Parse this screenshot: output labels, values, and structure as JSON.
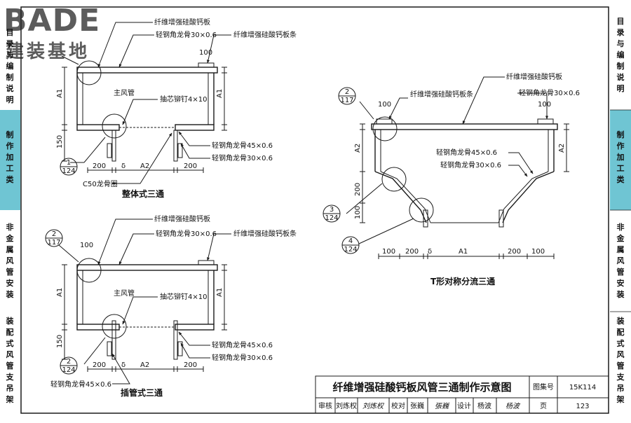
{
  "logo": {
    "brand": "BADE",
    "subtitle": "建装基地",
    "color": "#404040"
  },
  "colors": {
    "line": "#1a1a1a",
    "panel": "#6fc5d3",
    "panel_text": "#1a1a1a"
  },
  "sidebar": {
    "sections": [
      {
        "label": "目录与编制说明",
        "active": false
      },
      {
        "label": "制作加工类",
        "active": true
      },
      {
        "label": "非金属风管安装",
        "active": false
      },
      {
        "label": "装配式风管支吊架",
        "active": false
      }
    ]
  },
  "diagram1": {
    "title": "整体式三通",
    "labels": {
      "board": "纤维增强硅酸钙板",
      "angle_top": "轻钢角龙骨30×0.6",
      "strip": "纤维增强硅酸钙板条",
      "width100": "100",
      "main_duct": "主风管",
      "rivet": "抽芯铆钉4×10",
      "angle45": "轻钢角龙骨45×0.6",
      "angle30": "轻钢角龙骨30×0.6",
      "ring": "C50龙骨圈",
      "a1": "A1",
      "h150": "150",
      "w200a": "200",
      "a2": "A2",
      "w200b": "200",
      "delta": "δ"
    },
    "callout1": {
      "num": "1",
      "ref": "124"
    }
  },
  "diagram2": {
    "title": "插管式三通",
    "labels": {
      "board": "纤维增强硅酸钙板",
      "angle_top": "轻钢角龙骨30×0.6",
      "strip": "纤维增强硅酸钙板条",
      "width100": "100",
      "main_duct": "主风管",
      "rivet": "抽芯铆钉4×10",
      "angle45": "轻钢角龙骨45×0.6",
      "angle30": "轻钢角龙骨30×0.6",
      "angle45_bottom": "轻钢角龙骨45×0.6",
      "a1": "A1",
      "h150": "150",
      "w200a": "200",
      "a2": "A2",
      "w200b": "200",
      "delta": "δ"
    },
    "callout_top": {
      "num": "2",
      "ref": "117"
    },
    "callout_bottom": {
      "num": "2",
      "ref": "124"
    }
  },
  "diagram3": {
    "title": "T形对称分流三通",
    "labels": {
      "board": "纤维增强硅酸钙板",
      "strip": "纤维增强硅酸钙板条",
      "angle_top": "轻钢角龙骨30×0.6",
      "w100_left": "100",
      "w100_right": "100",
      "angle45": "轻钢角龙骨45×0.6",
      "angle30": "轻钢角龙骨30×0.6",
      "a2_left": "A2",
      "a2_right": "A2",
      "h200": "200",
      "h100": "100",
      "b100a": "100",
      "b200a": "200",
      "a1": "A1",
      "b200b": "200",
      "b100b": "100",
      "delta": "δ"
    },
    "callout_top": {
      "num": "2",
      "ref": "117"
    },
    "callout_mid": {
      "num": "3",
      "ref": "124"
    },
    "callout_bottom": {
      "num": "4",
      "ref": "124"
    }
  },
  "title_block": {
    "title": "纤维增强硅酸钙板风管三通制作示意图",
    "atlas_label": "图集号",
    "atlas_no": "15K114",
    "review_label": "审核",
    "reviewer": "刘炼权",
    "reviewer_sig": "刘炼权",
    "check_label": "校对",
    "checker": "张巍",
    "checker_sig": "張巍",
    "design_label": "设计",
    "designer": "杨波",
    "designer_sig": "杨波",
    "page_label": "页",
    "page_no": "123"
  }
}
